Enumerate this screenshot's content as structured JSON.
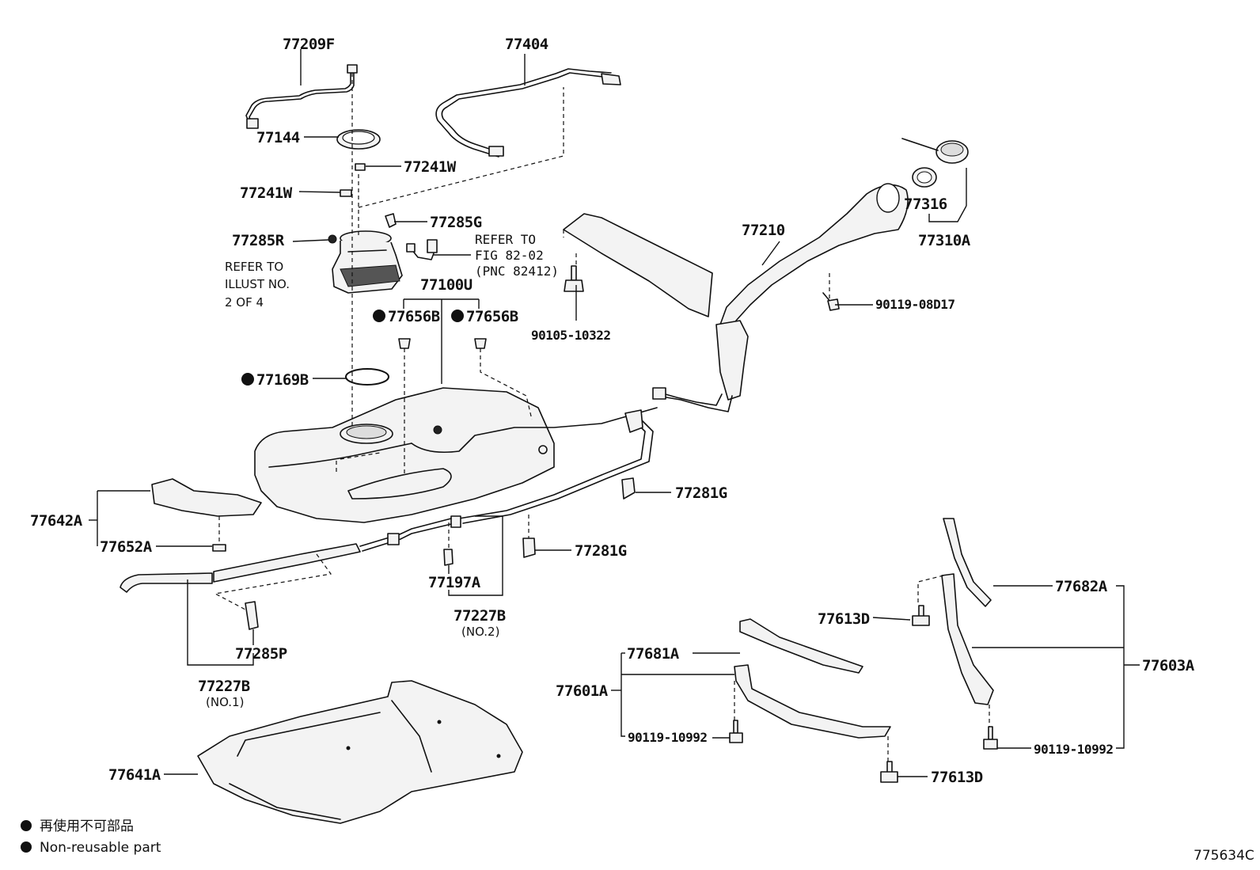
{
  "labels": {
    "p77209F": "77209F",
    "p77404": "77404",
    "p77144": "77144",
    "p77241W_a": "77241W",
    "p77241W_b": "77241W",
    "p77285G": "77285G",
    "p77285R": "77285R",
    "p77316": "77316",
    "p77310A": "77310A",
    "p77210": "77210",
    "p77100U": "77100U",
    "p90105": "90105-10322",
    "p90119_08D17": "90119-08D17",
    "p77656B_a": "77656B",
    "p77656B_b": "77656B",
    "p77169B": "77169B",
    "p77281G_a": "77281G",
    "p77281G_b": "77281G",
    "p77642A": "77642A",
    "p77652A": "77652A",
    "p77197A": "77197A",
    "p77227B_2": "77227B",
    "p77227B_2_sub": "(NO.2)",
    "p77285P": "77285P",
    "p77227B_1": "77227B",
    "p77227B_1_sub": "(NO.1)",
    "p77641A": "77641A",
    "p77682A": "77682A",
    "p77613D_a": "77613D",
    "p77603A": "77603A",
    "p77681A": "77681A",
    "p77601A": "77601A",
    "p90119_10992_a": "90119-10992",
    "p90119_10992_b": "90119-10992",
    "p77613D_b": "77613D"
  },
  "refer_fig": {
    "line1": "REFER TO",
    "line2": "FIG 82-02",
    "line3": "(PNC 82412)"
  },
  "refer_illust": {
    "line1": "REFER TO",
    "line2": "ILLUST NO.",
    "line3": "2 OF 4"
  },
  "legend": {
    "line1": "再使用不可部品",
    "line2": "Non-reusable part"
  },
  "figure_code": "775634C"
}
